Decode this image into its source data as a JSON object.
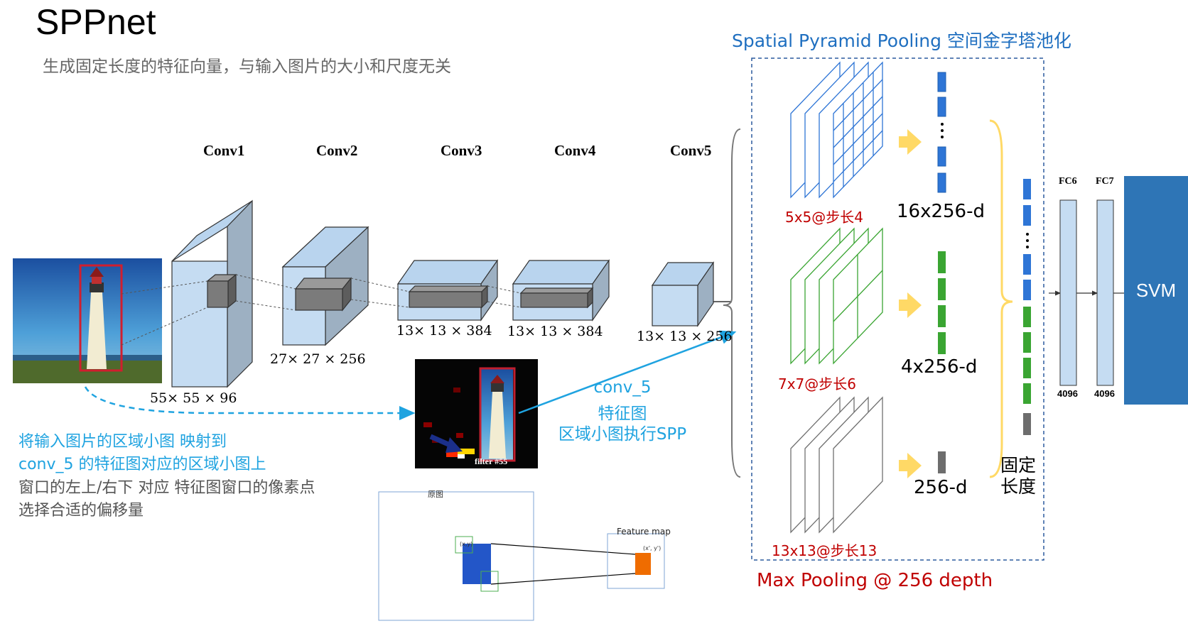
{
  "title": "SPPnet",
  "subtitle": "生成固定长度的特征向量，与输入图片的大小和尺度无关",
  "conv_labels": [
    "Conv1",
    "Conv2",
    "Conv3",
    "Conv4",
    "Conv5"
  ],
  "conv_dims": [
    "55× 55 × 96",
    "27× 27 × 256",
    "13× 13 × 384",
    "13× 13 × 384",
    "13× 13 × 256"
  ],
  "spp": {
    "title": "Spatial Pyramid Pooling 空间金字塔池化",
    "max_pooling": "Max Pooling @ 256 depth",
    "levels": [
      {
        "grid_label": "5x5@步长4",
        "out_label": "16x256-d",
        "color": "#2e75d6"
      },
      {
        "grid_label": "7x7@步长6",
        "out_label": "4x256-d",
        "color": "#3aa532"
      },
      {
        "grid_label": "13x13@步长13",
        "out_label": "256-d",
        "color": "#707070"
      }
    ],
    "fixed_line1": "固定",
    "fixed_line2": "长度"
  },
  "fc": {
    "fc6": "FC6",
    "fc7": "FC7",
    "fc6_size": "4096",
    "fc7_size": "4096",
    "svm": "SVM"
  },
  "notes": {
    "map_line1": "将输入图片的区域小图 映射到",
    "map_line2": "conv_5 的特征图对应的区域小图上",
    "corner_line1": "窗口的左上/右下 对应 特征图窗口的像素点",
    "corner_line2": "选择合适的偏移量",
    "conv5_line1": "conv_5",
    "conv5_line2": "特征图",
    "conv5_line3": "区域小图执行SPP"
  },
  "mapping_diagram": {
    "original_label": "原图",
    "feature_map_label": "Feature map",
    "xy_label": "(x,y)",
    "xy_prime_label": "(x', y')"
  },
  "feature_image_caption": "filter #55",
  "colors": {
    "accent_blue": "#1fa3e0",
    "spp_blue": "#1f6fc0",
    "red": "#c00000",
    "svm": "#2e75b6",
    "arrow_yellow": "#ffd966"
  }
}
